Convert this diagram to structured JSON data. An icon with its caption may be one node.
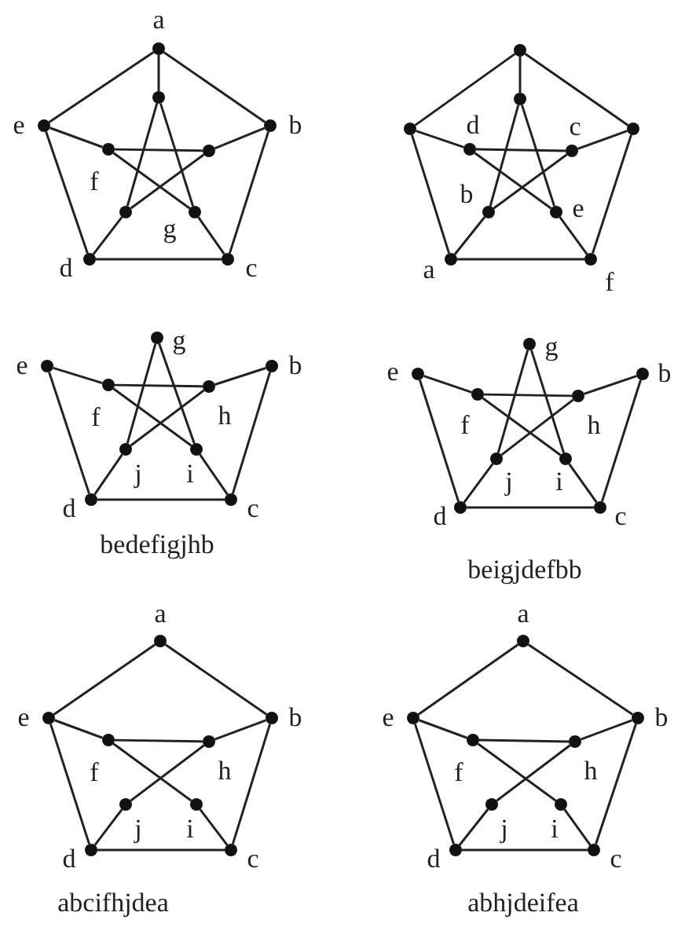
{
  "diagram": {
    "nodes": [
      {
        "text": [
          "a"
        ]
      },
      {
        "text": [],
        "shape": "circle"
      },
      {
        "text": [
          "e"
        ]
      },
      {
        "text": [
          "b"
        ]
      },
      {
        "text": [
          "f"
        ]
      },
      {
        "text": [],
        "shape": "circle"
      },
      {
        "text": [],
        "shape": "circle"
      },
      {
        "text": [
          "g"
        ]
      },
      {
        "text": [
          "d"
        ]
      },
      {
        "text": [
          "c"
        ]
      },
      {
        "text": [],
        "shape": "circle"
      },
      {
        "text": [],
        "shape": "circle"
      },
      {
        "text": [],
        "shape": "circle"
      },
      {
        "text": [],
        "shape": "circle"
      },
      {
        "text": [
          "d"
        ]
      },
      {
        "text": [
          "c"
        ]
      },
      {
        "text": [
          "b"
        ]
      },
      {
        "text": [
          "e"
        ]
      },
      {
        "text": [
          "a"
        ]
      },
      {
        "text": [
          "f"
        ]
      },
      {
        "text": [
          "g"
        ]
      },
      {
        "text": [
          "e"
        ]
      },
      {
        "text": [
          "b"
        ]
      },
      {
        "text": [
          "f"
        ]
      },
      {
        "text": [
          "h"
        ]
      },
      {
        "text": [
          "j"
        ]
      },
      {
        "text": [
          "i"
        ]
      },
      {
        "text": [
          "d"
        ]
      },
      {
        "text": [
          "c"
        ]
      },
      {
        "text": [
          "g"
        ]
      },
      {
        "text": [
          "e"
        ]
      },
      {
        "text": [
          "b"
        ]
      },
      {
        "text": [
          "f"
        ]
      },
      {
        "text": [
          "h"
        ]
      },
      {
        "text": [
          "j"
        ]
      },
      {
        "text": [
          "i"
        ]
      },
      {
        "text": [
          "d"
        ]
      },
      {
        "text": [
          "c"
        ]
      },
      {
        "text": [
          "a"
        ]
      },
      {
        "text": [
          "e"
        ]
      },
      {
        "text": [
          "b"
        ]
      },
      {
        "text": [
          "f"
        ]
      },
      {
        "text": [
          "h"
        ]
      },
      {
        "text": [
          "j"
        ]
      },
      {
        "text": [
          "i"
        ]
      },
      {
        "text": [
          "d"
        ]
      },
      {
        "text": [
          "c"
        ]
      },
      {
        "text": [
          "a"
        ]
      },
      {
        "text": [
          "e"
        ]
      },
      {
        "text": [
          "b"
        ]
      },
      {
        "text": [
          "f"
        ]
      },
      {
        "text": [
          "h"
        ]
      },
      {
        "text": [
          "j"
        ]
      },
      {
        "text": [
          "i"
        ]
      },
      {
        "text": [
          "d"
        ]
      },
      {
        "text": [
          "c"
        ]
      }
    ],
    "edges": [
      {
        "from": 0,
        "to": 3,
        "arrow": "none"
      },
      {
        "from": 3,
        "to": 9,
        "arrow": "none"
      },
      {
        "from": 9,
        "to": 8,
        "arrow": "none"
      },
      {
        "from": 8,
        "to": 2,
        "arrow": "none"
      },
      {
        "from": 2,
        "to": 0,
        "arrow": "none"
      },
      {
        "from": 0,
        "to": 1,
        "arrow": "none"
      },
      {
        "from": 3,
        "to": 5,
        "arrow": "none"
      },
      {
        "from": 9,
        "to": 7,
        "arrow": "none"
      },
      {
        "from": 8,
        "to": 6,
        "arrow": "none"
      },
      {
        "from": 2,
        "to": 4,
        "arrow": "none"
      },
      {
        "from": 1,
        "to": 7,
        "arrow": "none"
      },
      {
        "from": 1,
        "to": 6,
        "arrow": "none"
      },
      {
        "from": 5,
        "to": 6,
        "arrow": "none"
      },
      {
        "from": 5,
        "to": 4,
        "arrow": "none"
      },
      {
        "from": 7,
        "to": 4,
        "arrow": "none"
      },
      {
        "from": 10,
        "to": 13,
        "arrow": "none"
      },
      {
        "from": 13,
        "to": 19,
        "arrow": "none"
      },
      {
        "from": 19,
        "to": 18,
        "arrow": "none"
      },
      {
        "from": 18,
        "to": 12,
        "arrow": "none"
      },
      {
        "from": 12,
        "to": 10,
        "arrow": "none"
      },
      {
        "from": 10,
        "to": 11,
        "arrow": "none"
      },
      {
        "from": 13,
        "to": 15,
        "arrow": "none"
      },
      {
        "from": 19,
        "to": 17,
        "arrow": "none"
      },
      {
        "from": 18,
        "to": 16,
        "arrow": "none"
      },
      {
        "from": 12,
        "to": 14,
        "arrow": "none"
      },
      {
        "from": 11,
        "to": 17,
        "arrow": "none"
      },
      {
        "from": 11,
        "to": 16,
        "arrow": "none"
      },
      {
        "from": 15,
        "to": 16,
        "arrow": "none"
      },
      {
        "from": 15,
        "to": 14,
        "arrow": "none"
      },
      {
        "from": 17,
        "to": 14,
        "arrow": "none"
      },
      {
        "from": 22,
        "to": 28,
        "arrow": "none"
      },
      {
        "from": 28,
        "to": 27,
        "arrow": "none"
      },
      {
        "from": 27,
        "to": 21,
        "arrow": "none"
      },
      {
        "from": 22,
        "to": 24,
        "arrow": "none"
      },
      {
        "from": 28,
        "to": 26,
        "arrow": "none"
      },
      {
        "from": 27,
        "to": 25,
        "arrow": "none"
      },
      {
        "from": 21,
        "to": 23,
        "arrow": "none"
      },
      {
        "from": 20,
        "to": 26,
        "arrow": "none"
      },
      {
        "from": 20,
        "to": 25,
        "arrow": "none"
      },
      {
        "from": 24,
        "to": 25,
        "arrow": "none"
      },
      {
        "from": 24,
        "to": 23,
        "arrow": "none"
      },
      {
        "from": 26,
        "to": 23,
        "arrow": "none"
      },
      {
        "from": 31,
        "to": 37,
        "arrow": "none"
      },
      {
        "from": 37,
        "to": 36,
        "arrow": "none"
      },
      {
        "from": 36,
        "to": 30,
        "arrow": "none"
      },
      {
        "from": 31,
        "to": 33,
        "arrow": "none"
      },
      {
        "from": 37,
        "to": 35,
        "arrow": "none"
      },
      {
        "from": 36,
        "to": 34,
        "arrow": "none"
      },
      {
        "from": 30,
        "to": 32,
        "arrow": "none"
      },
      {
        "from": 29,
        "to": 35,
        "arrow": "none"
      },
      {
        "from": 29,
        "to": 34,
        "arrow": "none"
      },
      {
        "from": 33,
        "to": 34,
        "arrow": "none"
      },
      {
        "from": 33,
        "to": 32,
        "arrow": "none"
      },
      {
        "from": 35,
        "to": 32,
        "arrow": "none"
      },
      {
        "from": 38,
        "to": 40,
        "arrow": "none"
      },
      {
        "from": 40,
        "to": 46,
        "arrow": "none"
      },
      {
        "from": 46,
        "to": 45,
        "arrow": "none"
      },
      {
        "from": 45,
        "to": 39,
        "arrow": "none"
      },
      {
        "from": 39,
        "to": 38,
        "arrow": "none"
      },
      {
        "from": 40,
        "to": 42,
        "arrow": "none"
      },
      {
        "from": 46,
        "to": 44,
        "arrow": "none"
      },
      {
        "from": 45,
        "to": 43,
        "arrow": "none"
      },
      {
        "from": 39,
        "to": 41,
        "arrow": "none"
      },
      {
        "from": 42,
        "to": 43,
        "arrow": "none"
      },
      {
        "from": 42,
        "to": 41,
        "arrow": "none"
      },
      {
        "from": 44,
        "to": 41,
        "arrow": "none"
      },
      {
        "from": 47,
        "to": 49,
        "arrow": "none"
      },
      {
        "from": 49,
        "to": 55,
        "arrow": "none"
      },
      {
        "from": 55,
        "to": 54,
        "arrow": "none"
      },
      {
        "from": 54,
        "to": 48,
        "arrow": "none"
      },
      {
        "from": 48,
        "to": 47,
        "arrow": "none"
      },
      {
        "from": 49,
        "to": 51,
        "arrow": "none"
      },
      {
        "from": 55,
        "to": 53,
        "arrow": "none"
      },
      {
        "from": 54,
        "to": 52,
        "arrow": "none"
      },
      {
        "from": 48,
        "to": 50,
        "arrow": "none"
      },
      {
        "from": 51,
        "to": 52,
        "arrow": "none"
      },
      {
        "from": 51,
        "to": 50,
        "arrow": "none"
      },
      {
        "from": 53,
        "to": 50,
        "arrow": "none"
      }
    ],
    "labels": [
      "bedefigjhb",
      "beigjdefbb",
      "abcifhjdea",
      "abhjdeifea"
    ]
  }
}
